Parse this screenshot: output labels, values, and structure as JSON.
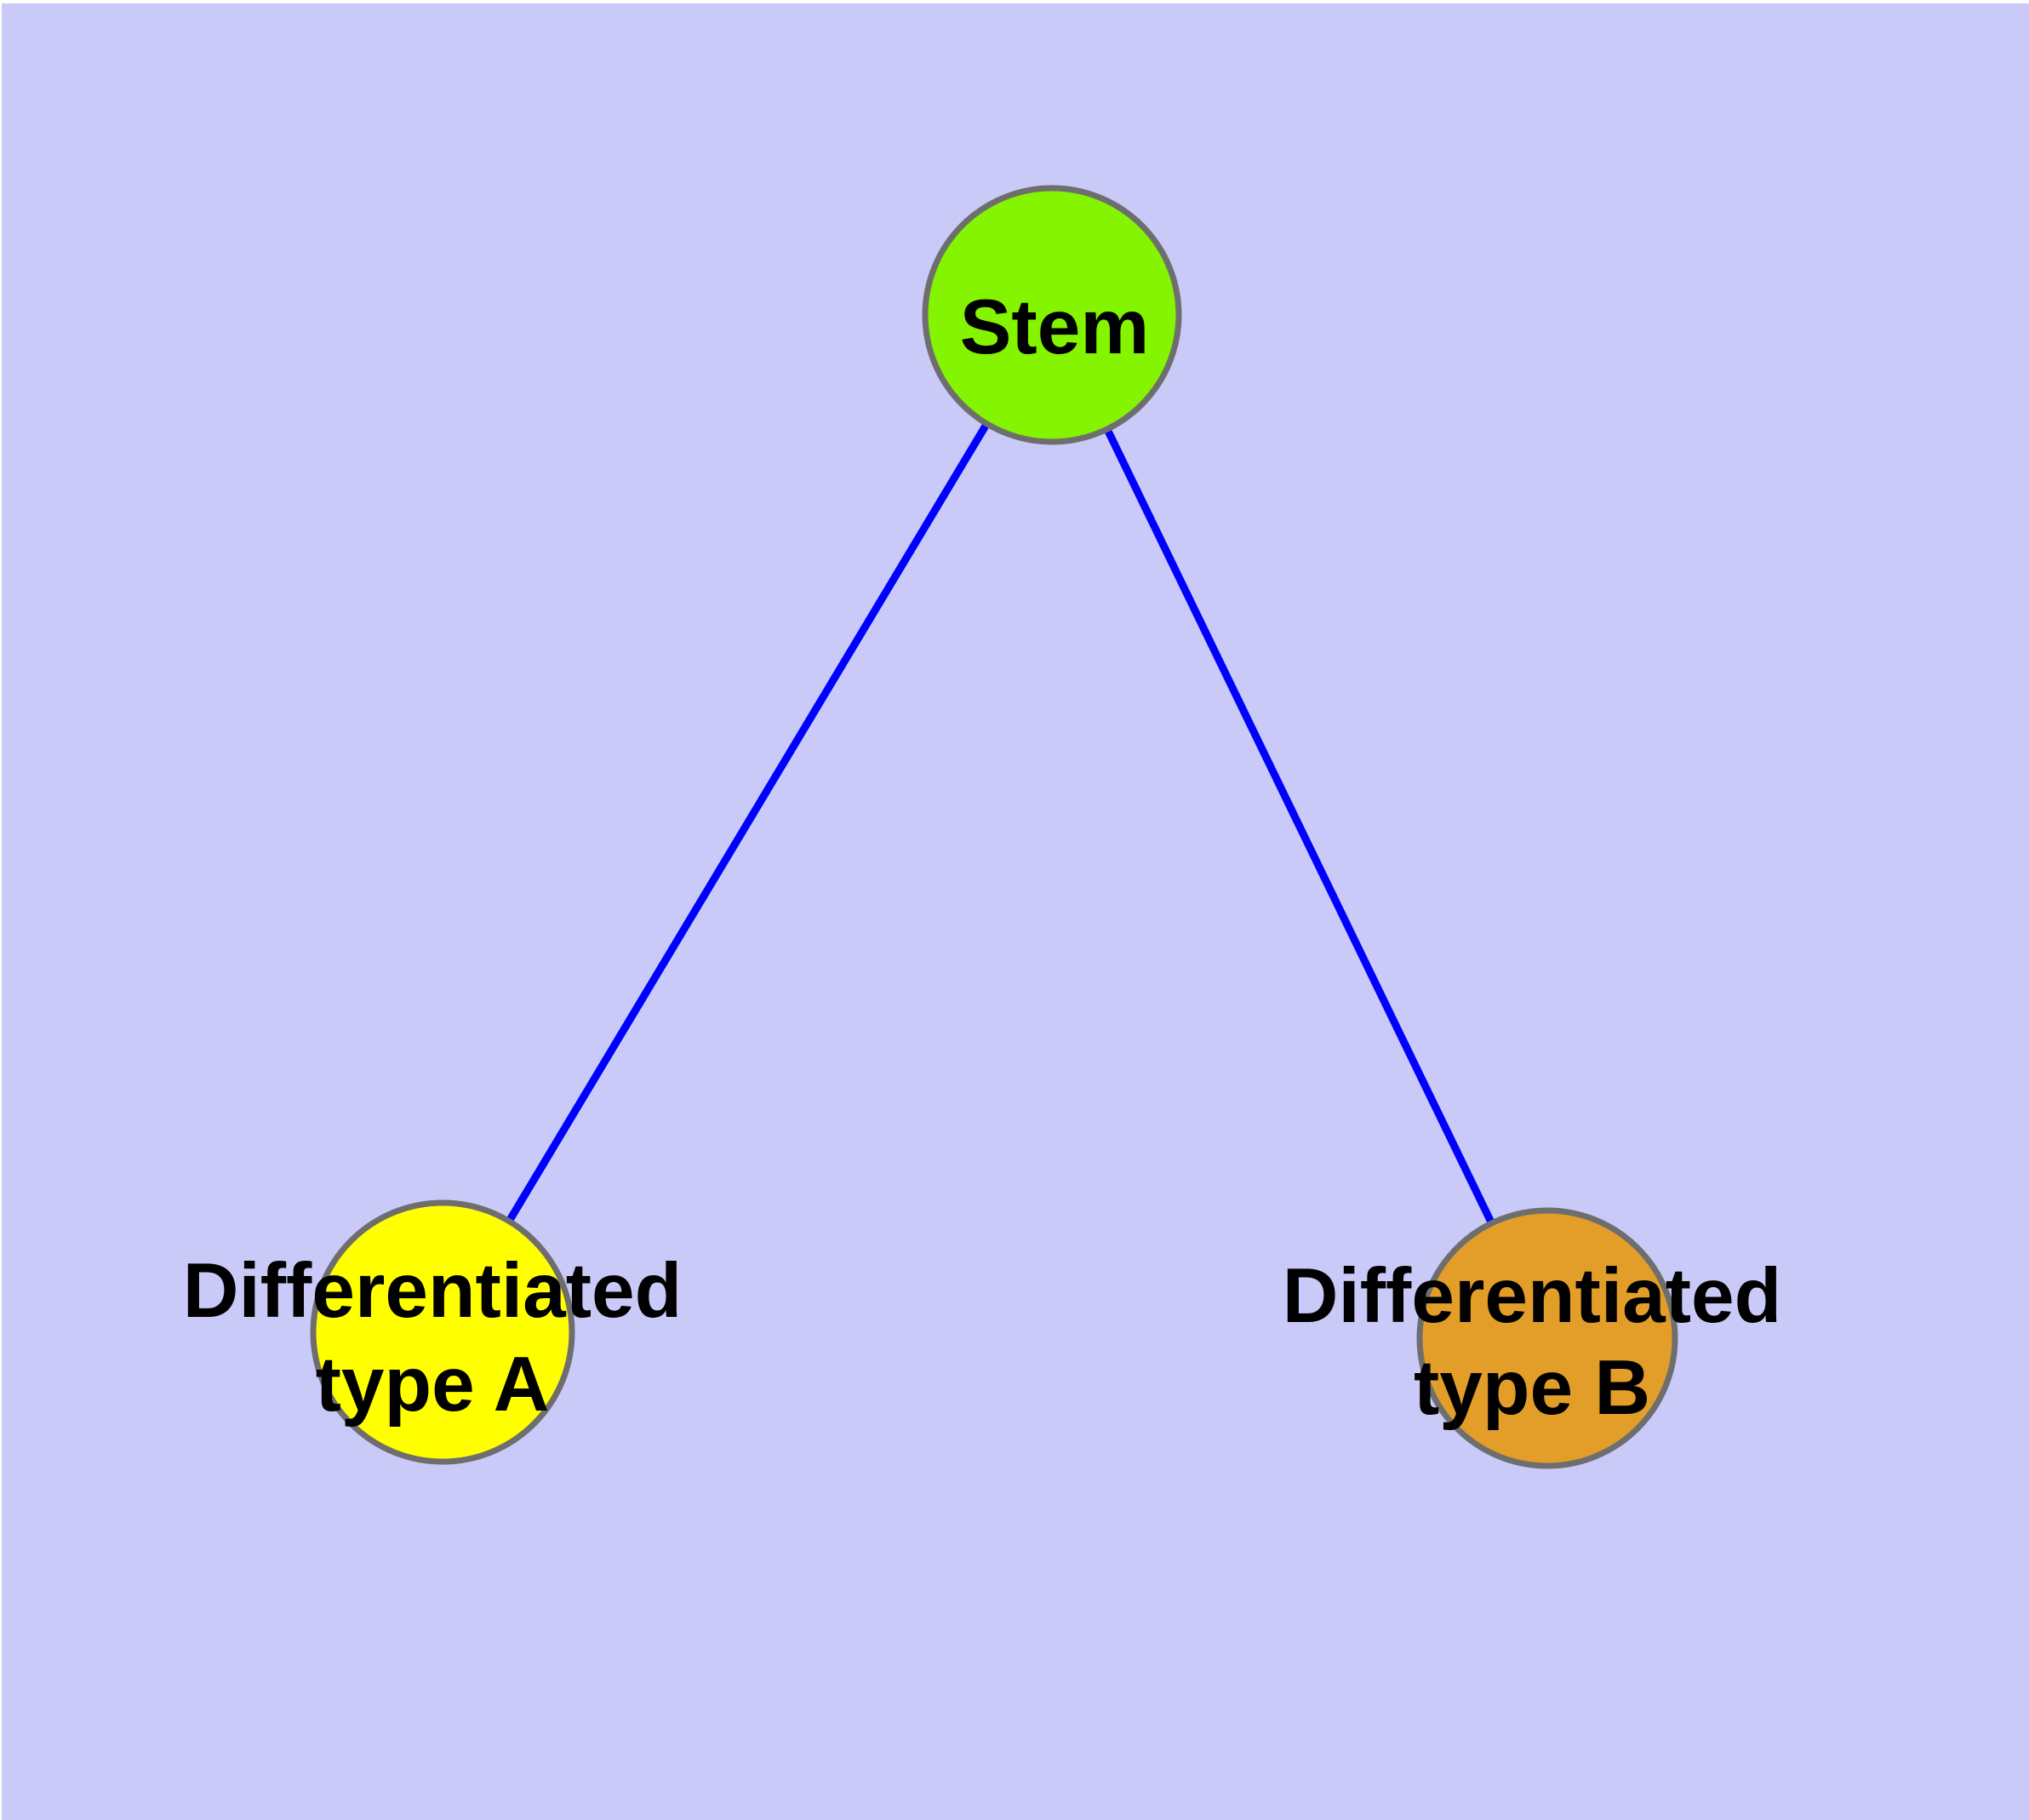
{
  "diagram": {
    "title": "",
    "type": "node-link-graph",
    "background_color": "#CACAF8",
    "top_margin_color": "#FFFFFF",
    "edge_color": "#0000FF",
    "node_border_color": "#6E6E6E",
    "label_color": "#000000",
    "nodes": [
      {
        "id": "stem",
        "label": "Stem",
        "label_line1": "Stem",
        "label_line2": "",
        "fill": "#84F400"
      },
      {
        "id": "type-a",
        "label": "Differentiated type A",
        "label_line1": "Differentiated",
        "label_line2": "type A",
        "fill": "#FFFF00"
      },
      {
        "id": "type-b",
        "label": "Differentiated type B",
        "label_line1": "Differentiated",
        "label_line2": "type B",
        "fill": "#E29E28"
      }
    ],
    "edges": [
      {
        "from": "Stem",
        "to": "Differentiated type A"
      },
      {
        "from": "Stem",
        "to": "Differentiated type B"
      }
    ]
  }
}
